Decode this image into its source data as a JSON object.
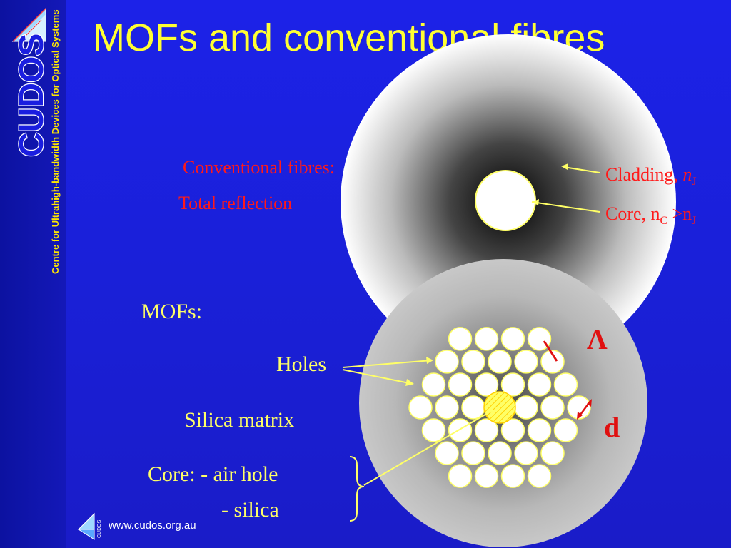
{
  "slide": {
    "title": "MOFs and conventional fibres",
    "sidebar": {
      "logo_text": "CUDOS",
      "tagline": "Centre for Ultrahigh-bandwidth Devices for Optical Systems"
    },
    "conventional": {
      "heading": "Conventional fibres:",
      "mechanism": "Total reflection",
      "cladding_label": "Cladding, ",
      "cladding_symbol": "n",
      "cladding_sub": "J",
      "core_label": "Core, n",
      "core_sub1": "C",
      "core_mid": " >n",
      "core_sub2": "J"
    },
    "mofs": {
      "heading": "MOFs:",
      "holes": "Holes",
      "matrix": "Silica matrix",
      "core_line1": "Core: - air hole",
      "core_line2": "- silica",
      "pitch_symbol": "Λ",
      "diameter_symbol": "d"
    },
    "footer": {
      "url": "www.cudos.org.au",
      "logo_small_text": "CUDOS"
    }
  },
  "colors": {
    "background": "#1a1ee0",
    "title": "#ffff33",
    "accent_red": "#ff1a1a",
    "label_yellow": "#ffff66"
  }
}
